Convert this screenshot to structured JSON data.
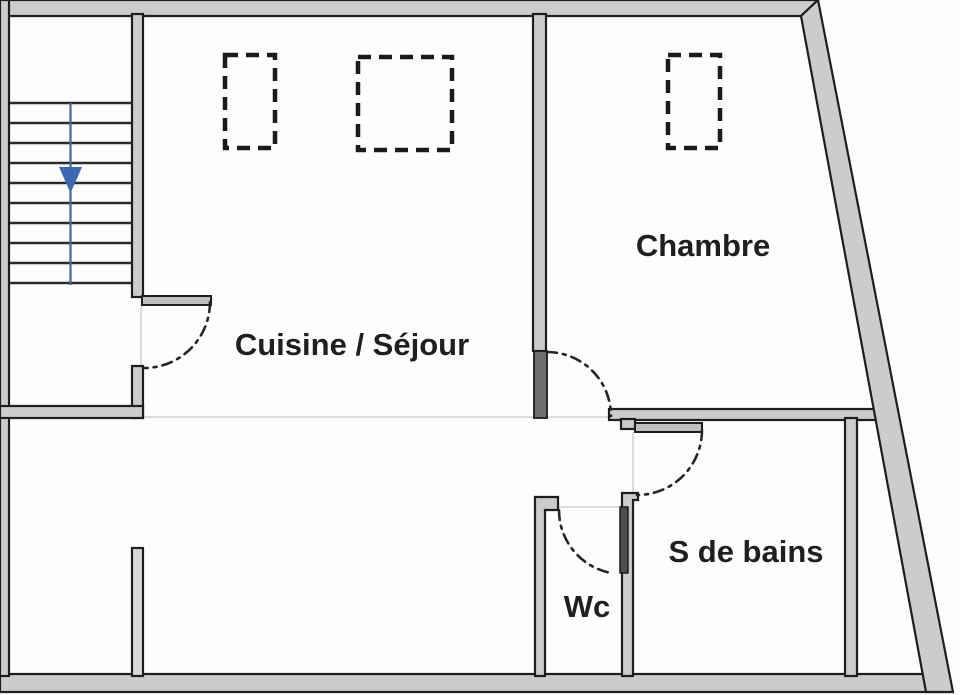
{
  "diagram": {
    "type": "floor-plan",
    "description": "Apartment floor plan with staircase, slanted right exterior wall and four labelled rooms"
  },
  "rooms": {
    "cuisine_sejour": {
      "label": "Cuisine / Séjour"
    },
    "chambre": {
      "label": "Chambre"
    },
    "s_de_bains": {
      "label": "S de bains"
    },
    "wc": {
      "label": "Wc"
    }
  },
  "stairs": {
    "tread_count": 10,
    "arrow_direction": "down"
  },
  "furniture_markers": [
    {
      "room": "cuisine_sejour",
      "shape": "dashed-rectangle"
    },
    {
      "room": "cuisine_sejour",
      "shape": "dashed-rectangle"
    },
    {
      "room": "chambre",
      "shape": "dashed-rectangle"
    }
  ],
  "doors": [
    {
      "from": "stair-hall",
      "to": "cuisine_sejour"
    },
    {
      "from": "cuisine_sejour",
      "to": "chambre"
    },
    {
      "from": "hall",
      "to": "s_de_bains"
    },
    {
      "from": "hall",
      "to": "wc"
    }
  ],
  "colors": {
    "wall_fill": "#cccccc",
    "wall_edge": "#1e1e1e",
    "stair_arrow_blue": "#3a68b1",
    "background": "#fdfdfd"
  }
}
